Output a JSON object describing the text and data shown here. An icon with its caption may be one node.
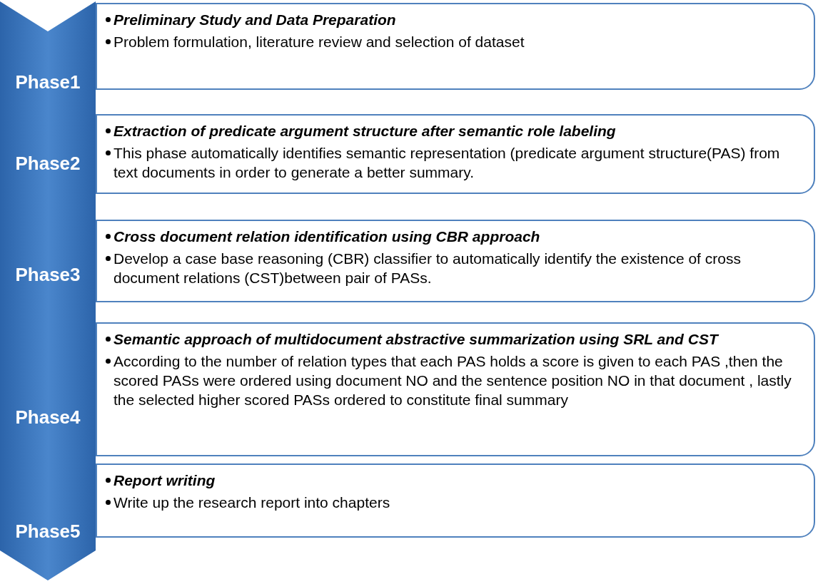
{
  "diagram": {
    "nodes": [
      {
        "text": [
          "Phase1"
        ]
      },
      {
        "text": [
          "Preliminary Study and Data Preparation",
          "Problem formulation, literature review and selection of dataset"
        ]
      },
      {
        "text": [
          "Phase2"
        ]
      },
      {
        "text": [
          "Extraction of predicate argument structure after semantic role labeling",
          "This phase automatically identifies semantic representation (predicate argument structure(PAS) from text documents in order to generate a better summary."
        ]
      },
      {
        "text": [
          "Phase3"
        ]
      },
      {
        "text": [
          "Cross document relation identification using CBR approach",
          "Develop a case base reasoning (CBR) classifier to automatically identify the existence of cross document relations (CST)between pair of PASs."
        ]
      },
      {
        "text": [
          "Phase4"
        ]
      },
      {
        "text": [
          "Semantic approach of multidocument abstractive summarization using SRL and CST",
          "According to the number of relation types that each PAS holds a score is given to each PAS ,then the scored PASs were ordered using document NO and the sentence position NO in that document , lastly the selected higher scored PASs ordered to constitute final summary"
        ]
      },
      {
        "text": [
          "Phase5"
        ]
      },
      {
        "text": [
          "Report writing",
          "Write up the research report into chapters"
        ]
      }
    ]
  }
}
